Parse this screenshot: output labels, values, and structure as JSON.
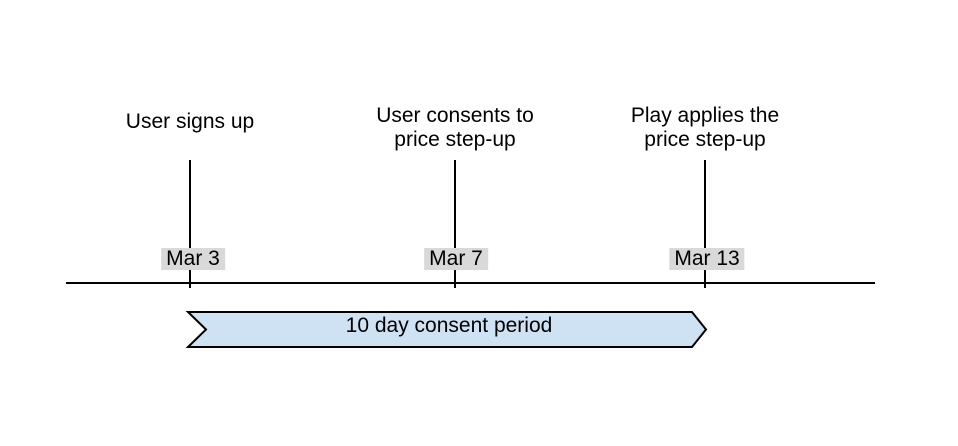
{
  "diagram": {
    "events": [
      {
        "lines": [
          "User signs up"
        ],
        "date": "Mar 3"
      },
      {
        "lines": [
          "User consents to",
          "price step-up"
        ],
        "date": "Mar 7"
      },
      {
        "lines": [
          "Play applies the",
          "price step-up"
        ],
        "date": "Mar 13"
      }
    ],
    "period": {
      "label": "10 day consent period"
    },
    "colors": {
      "background": "#ffffff",
      "line": "#000000",
      "text": "#000000",
      "date_badge_bg": "#d9d9d9",
      "period_fill": "#cfe2f3",
      "period_border": "#000000"
    }
  }
}
